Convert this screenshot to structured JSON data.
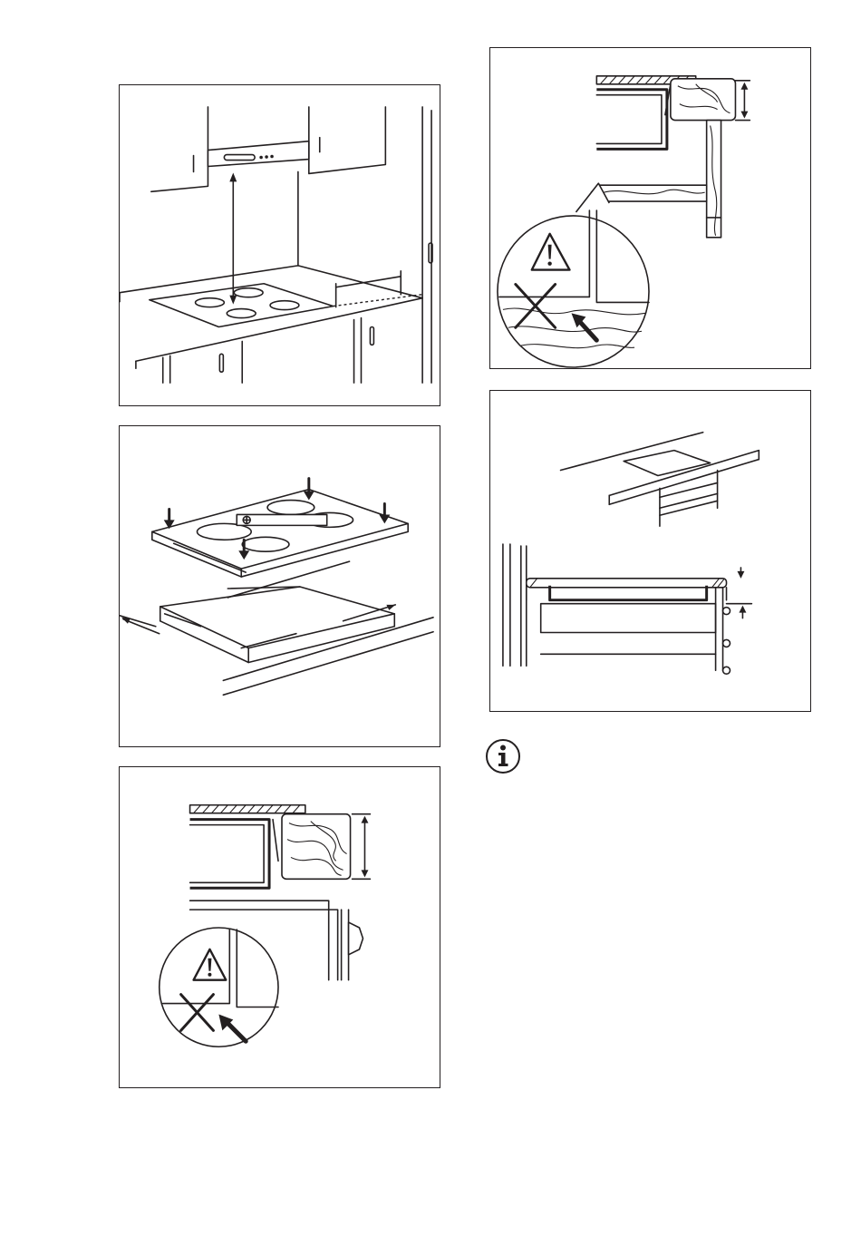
{
  "figures": [
    {
      "id": "fig-hood",
      "icon": "cooker-hood-distance-illustration"
    },
    {
      "id": "fig-install",
      "icon": "hob-installation-illustration"
    },
    {
      "id": "fig-side",
      "icon": "worktop-cross-section-warning-illustration"
    },
    {
      "id": "fig-side2",
      "icon": "worktop-cross-section-warning-illustration"
    },
    {
      "id": "fig-flush",
      "icon": "flush-mount-illustration"
    }
  ],
  "info": {
    "icon": "info-icon",
    "glyph": "i"
  },
  "colors": {
    "line": "#231f20",
    "background": "#ffffff"
  }
}
